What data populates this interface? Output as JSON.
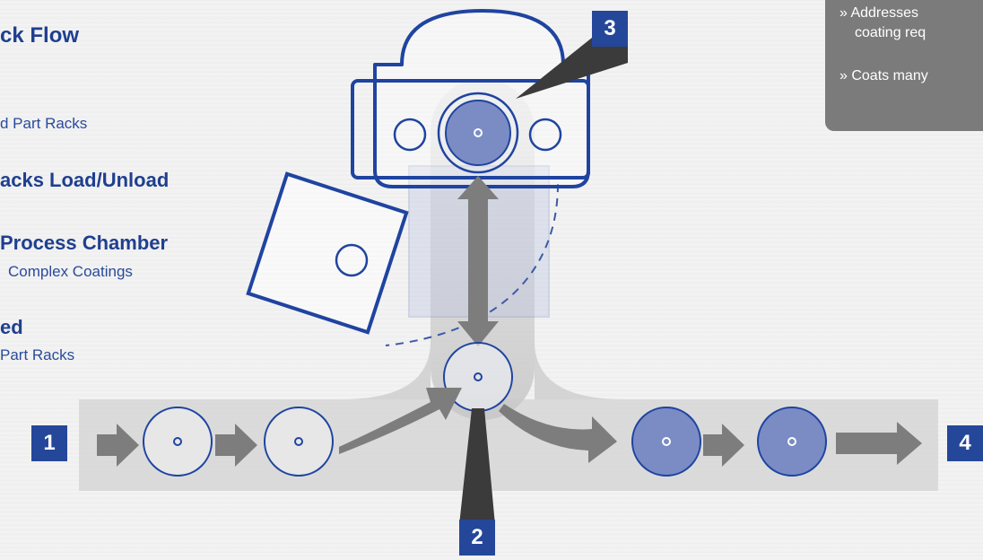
{
  "colors": {
    "accent": "#25479a",
    "outline": "#1f44a0",
    "filled_circle": "#7b8cc4",
    "track": "#d8d8d8",
    "arrow": "#7d7d7d",
    "info_box": "#7b7b7b"
  },
  "legend": {
    "title": "ck Flow",
    "item1_sub": "d Part Racks",
    "item2_head": "acks Load/Unload",
    "item3_head": "Process Chamber",
    "item3_sub": "Complex Coatings",
    "item4_head": "ed",
    "item4_sub": "Part Racks"
  },
  "info_box": {
    "bullet1_line1": "» Addresses",
    "bullet1_line2": "coating req",
    "bullet2": "» Coats many"
  },
  "badges": {
    "one": "1",
    "two": "2",
    "three": "3",
    "four": "4"
  }
}
